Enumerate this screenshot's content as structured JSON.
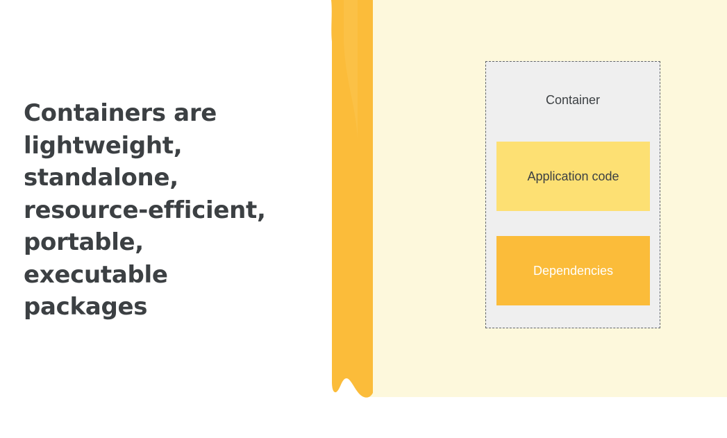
{
  "headline": {
    "lines": [
      "Containers are",
      "lightweight,",
      "standalone,",
      "resource-efficient,",
      "portable,",
      "executable",
      "packages"
    ]
  },
  "diagram": {
    "container_label": "Container",
    "layers": [
      {
        "label": "Application code",
        "color": "#fde073"
      },
      {
        "label": "Dependencies",
        "color": "#fbbc3a"
      }
    ]
  },
  "colors": {
    "scroll_edge": "#fbbc3a",
    "scroll_panel": "#fdf8dc",
    "container_fill": "#efefef",
    "text_dark": "#3c4043"
  }
}
